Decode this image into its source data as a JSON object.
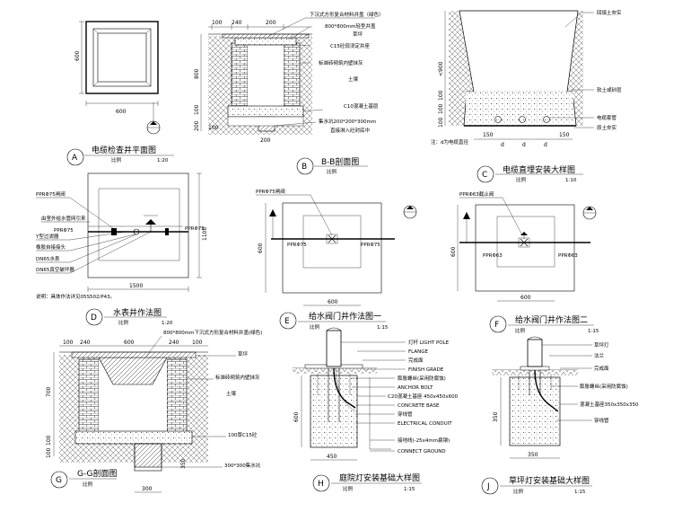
{
  "details": {
    "A": {
      "letter": "A",
      "title": "电缆检查井平面图",
      "scale_label": "比例",
      "scale": "1:20",
      "dims": [
        "600",
        "600"
      ]
    },
    "B": {
      "letter": "B",
      "title": "B-B剖面图",
      "scale_label": "比例",
      "dims": [
        "100",
        "240",
        "200",
        "800",
        "100",
        "200",
        "100",
        "200"
      ],
      "labels": [
        "下沉式方形复合材料井盖（绿色）",
        "800*800mm轻型井盖",
        "草坪",
        "C15砼现浇定井座",
        "标准砖砌筑内壁抹灰",
        "土壤",
        "C10混凝土基层",
        "集水坑200*200*300mm",
        "直接淋入砼封底中"
      ]
    },
    "C": {
      "letter": "C",
      "title": "电缆直埋安装大样图",
      "scale_label": "比例",
      "scale": "1:10",
      "dims": [
        "<900",
        "100",
        "100",
        "100",
        "150",
        "d",
        "d",
        "d",
        "150"
      ],
      "labels": [
        "回填土夯实",
        "软土或砂层",
        "电缆套管",
        "原土夯实"
      ],
      "note": "注：d为电缆直径"
    },
    "D": {
      "letter": "D",
      "title": "水表井作法图",
      "scale_label": "比例",
      "scale": "1:20",
      "dims": [
        "1100",
        "1500"
      ],
      "labels": [
        "PPRΦ75闸阀",
        "由室外给水管网引来",
        "Y型过滤器",
        "PPRΦ75",
        "橡胶自接接头",
        "DN65水表",
        "DN65真空破坏器",
        "PPRΦ75"
      ],
      "note": "说明：具体作法详见05S502/P43。"
    },
    "E": {
      "letter": "E",
      "title": "给水阀门井作法图一",
      "scale_label": "比例",
      "scale": "1:15",
      "dims": [
        "600",
        "600"
      ],
      "labels": [
        "PPRΦ75闸阀",
        "PPRΦ75",
        "PPRΦ75"
      ]
    },
    "F": {
      "letter": "F",
      "title": "给水阀门井作法图二",
      "scale_label": "比例",
      "scale": "1:15",
      "dims": [
        "600",
        "600"
      ],
      "labels": [
        "PPRΦ63截止阀",
        "PPRΦ63",
        "PPRΦ63"
      ]
    },
    "G": {
      "letter": "G",
      "title": "G-G剖面图",
      "scale_label": "比例",
      "dims": [
        "100",
        "240",
        "600",
        "240",
        "100",
        "700",
        "100",
        "100",
        "350",
        "300"
      ],
      "labels": [
        "800*800mm下沉式方形复合材料井盖(绿色)",
        "草坪",
        "标准砖砌筑内壁抹灰",
        "土壤",
        "100厚C15砼",
        "300*300集水坑"
      ]
    },
    "H": {
      "letter": "H",
      "title": "庭院灯安装基础大样图",
      "scale_label": "比例",
      "scale": "1:15",
      "dims": [
        "600",
        "450"
      ],
      "labels": [
        "灯杆 LIGHT POLE",
        "FLANGE",
        "完成面",
        "FINISH GRADE",
        "膨胀螺丝(采用防腐蚀)",
        "ANCHOR BOLT",
        "C20混凝土基座 450x450x600",
        "CONCRETE BASE",
        "穿线管",
        "ELECTRICAL CONDUIT",
        "接地线(-25x4mm扁钢)",
        "CONNECT GROUND"
      ]
    },
    "J": {
      "letter": "J",
      "title": "草坪灯安装基础大样图",
      "scale_label": "比例",
      "scale": "1:15",
      "dims": [
        "350",
        "350"
      ],
      "labels": [
        "草坪灯",
        "法兰",
        "完成面",
        "膨胀螺丝(采用防腐蚀)",
        "混凝土基座350x350x350",
        "穿线管"
      ]
    }
  }
}
